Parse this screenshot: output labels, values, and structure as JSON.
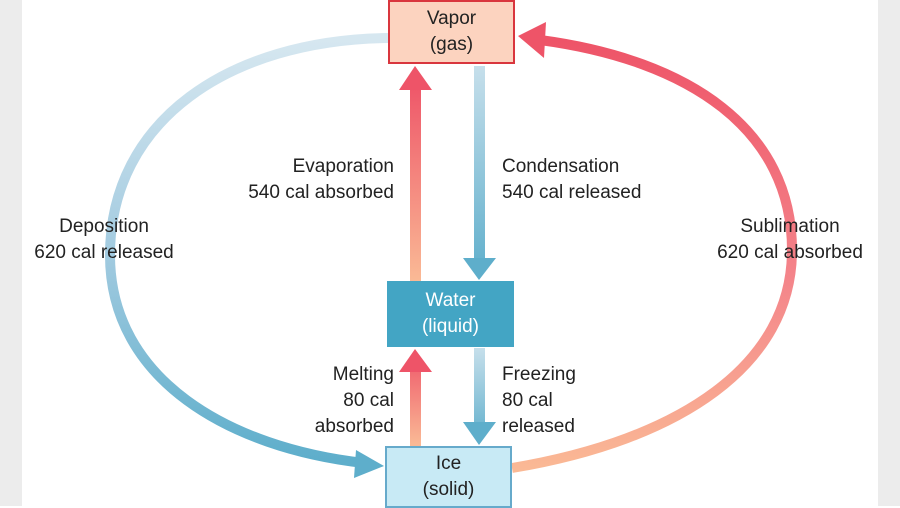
{
  "states": {
    "vapor": {
      "name": "Vapor",
      "phase": "(gas)"
    },
    "water": {
      "name": "Water",
      "phase": "(liquid)"
    },
    "ice": {
      "name": "Ice",
      "phase": "(solid)"
    }
  },
  "transitions": {
    "evaporation": {
      "name": "Evaporation",
      "detail": "540 cal absorbed"
    },
    "condensation": {
      "name": "Condensation",
      "detail": "540 cal released"
    },
    "deposition": {
      "name": "Deposition",
      "detail": "620 cal released"
    },
    "sublimation": {
      "name": "Sublimation",
      "detail": "620 cal absorbed"
    },
    "melting": {
      "name": "Melting",
      "detail_1": "80 cal",
      "detail_2": "absorbed"
    },
    "freezing": {
      "name": "Freezing",
      "detail_1": "80 cal",
      "detail_2": "released"
    }
  },
  "colors": {
    "absorbed_strong": "#ee5468",
    "absorbed_light": "#fab995",
    "released_strong": "#5eaecb",
    "released_light": "#c6dfeb",
    "water_box": "#43a5c4",
    "vapor_box": "#fcd3bf",
    "ice_box": "#c8eaf5"
  }
}
